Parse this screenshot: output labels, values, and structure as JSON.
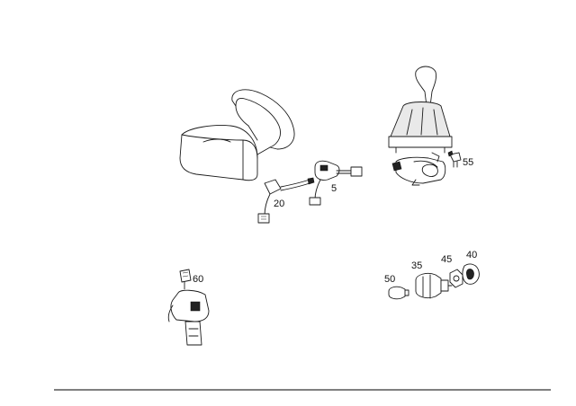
{
  "diagram": {
    "part_labels": {
      "switch_5": "5",
      "cable_20": "20",
      "switch_35": "35",
      "ring_40": "40",
      "nut_45": "45",
      "bulb_50": "50",
      "bracket_55": "55",
      "switch_60": "60"
    }
  }
}
